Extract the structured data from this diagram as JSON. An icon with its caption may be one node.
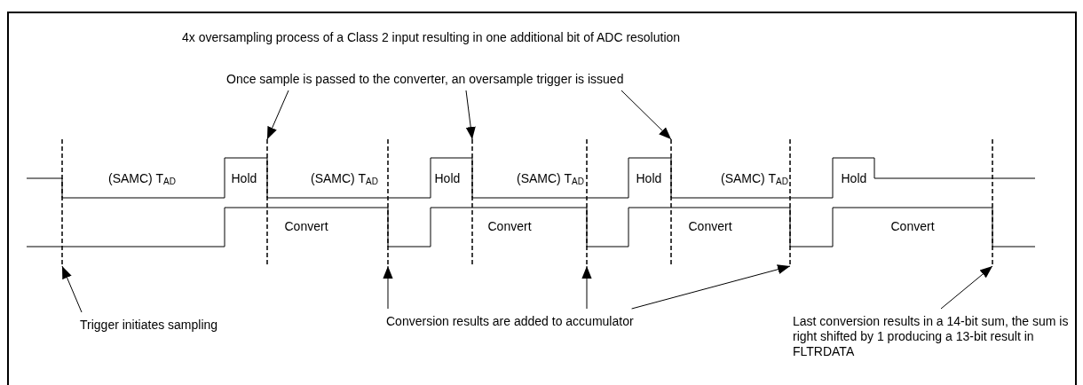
{
  "diagram": {
    "nodes": [
      {
        "text": [
          "Once sample is passed to the converter, an oversample trigger is issued"
        ]
      },
      {
        "text": [],
        "shape": "line"
      },
      {
        "text": [],
        "shape": "line"
      },
      {
        "text": [],
        "shape": "line"
      },
      {
        "text": [],
        "shape": "line"
      },
      {
        "text": [],
        "shape": "line"
      },
      {
        "text": [],
        "shape": "line"
      },
      {
        "text": [],
        "shape": "line"
      },
      {
        "text": [],
        "shape": "line"
      },
      {
        "text": [
          "Trigger initiates sampling"
        ]
      },
      {
        "text": [
          "Conversion results are added to accumulator"
        ]
      },
      {
        "text": [
          "Last conversion results in a 14-bit sum, the sum is right shifted by 1 producing a 13-bit result in FLTRDATA"
        ]
      }
    ],
    "edges": [
      {
        "from": 0,
        "to": 2,
        "arrow": "to"
      },
      {
        "from": 0,
        "to": 4,
        "arrow": "to"
      },
      {
        "from": 0,
        "to": 6,
        "arrow": "to"
      },
      {
        "from": 9,
        "to": 1,
        "arrow": "to"
      },
      {
        "from": 10,
        "to": 3,
        "arrow": "to"
      },
      {
        "from": 10,
        "to": 5,
        "arrow": "to"
      },
      {
        "from": 10,
        "to": 7,
        "arrow": "to"
      },
      {
        "from": 11,
        "to": 8,
        "arrow": "to"
      }
    ],
    "labels": [
      "4x oversampling process of a Class 2 input resulting in one additional bit of ADC resolution",
      "(SAMC) T$_{AD}$",
      "Hold",
      "(SAMC) T$_{AD}$",
      "Hold",
      "(SAMC) T$_{AD}$",
      "Hold",
      "(SAMC) T$_{AD}$",
      "Hold",
      "Convert",
      "Convert",
      "Convert",
      "Convert"
    ]
  }
}
